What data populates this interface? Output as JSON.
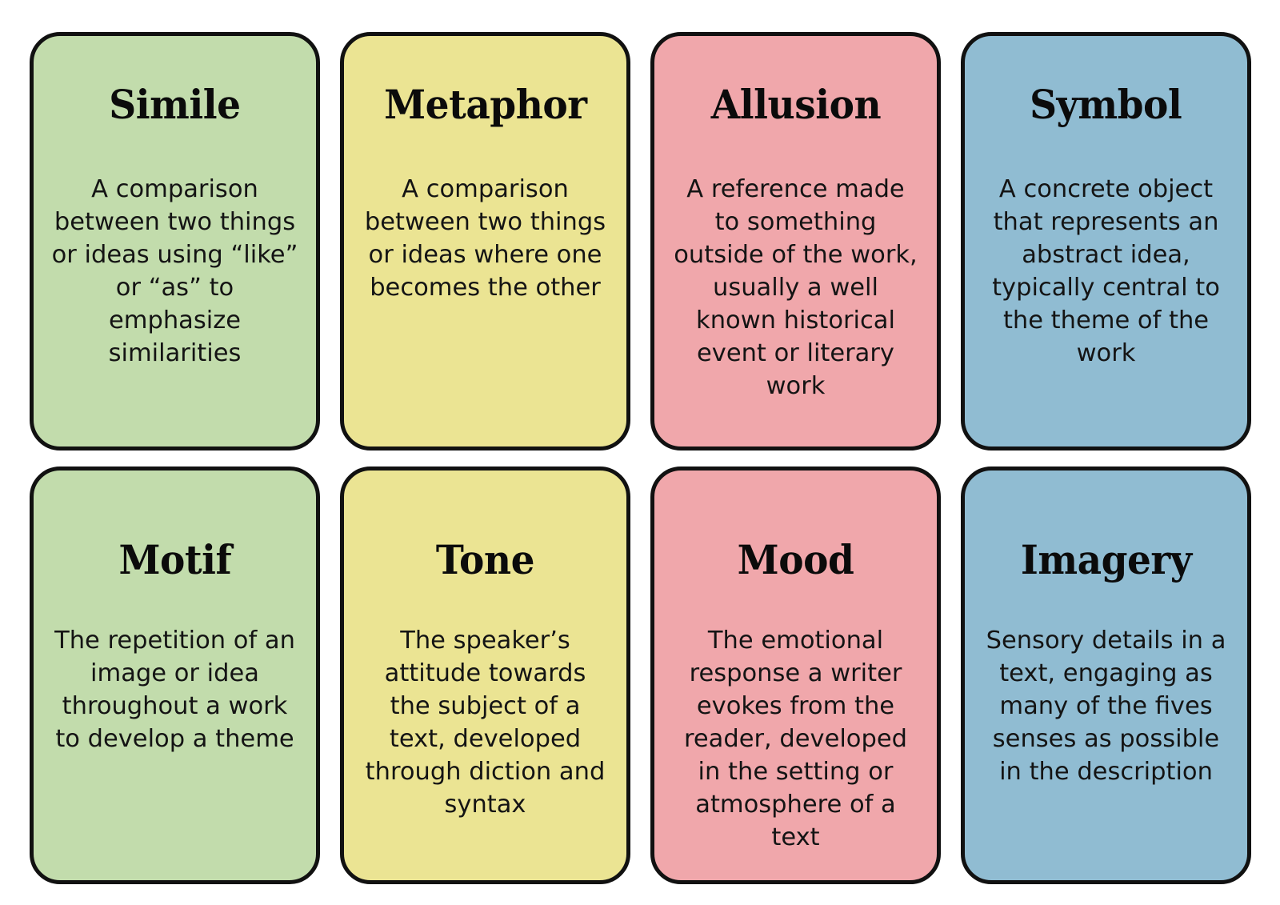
{
  "colors": {
    "green": "#c2dcac",
    "yellow": "#ebe493",
    "pink": "#f0a7ab",
    "blue": "#90bcd2",
    "border": "#111111",
    "text": "#141414",
    "background": "#ffffff"
  },
  "cards": [
    {
      "title": "Simile",
      "body": "A comparison between two things or ideas using “like” or “as” to emphasize similarities",
      "color": "green"
    },
    {
      "title": "Metaphor",
      "body": "A comparison between two things or ideas where one becomes the other",
      "color": "yellow"
    },
    {
      "title": "Allusion",
      "body": "A reference made to something outside of the work, usually a well known historical event or literary work",
      "color": "pink"
    },
    {
      "title": "Symbol",
      "body": "A concrete object that represents an abstract idea, typically central to the theme of the work",
      "color": "blue"
    },
    {
      "title": "Motif",
      "body": "The repetition of an image or idea throughout a work to develop a theme",
      "color": "green"
    },
    {
      "title": "Tone",
      "body": "The speaker’s attitude towards the subject of a text, developed through diction and syntax",
      "color": "yellow"
    },
    {
      "title": "Mood",
      "body": "The emotional response a writer evokes from the reader, developed in the setting or atmosphere of a text",
      "color": "pink"
    },
    {
      "title": "Imagery",
      "body": "Sensory details in a text, engaging as many of the fives senses as possible in the description",
      "color": "blue"
    }
  ]
}
